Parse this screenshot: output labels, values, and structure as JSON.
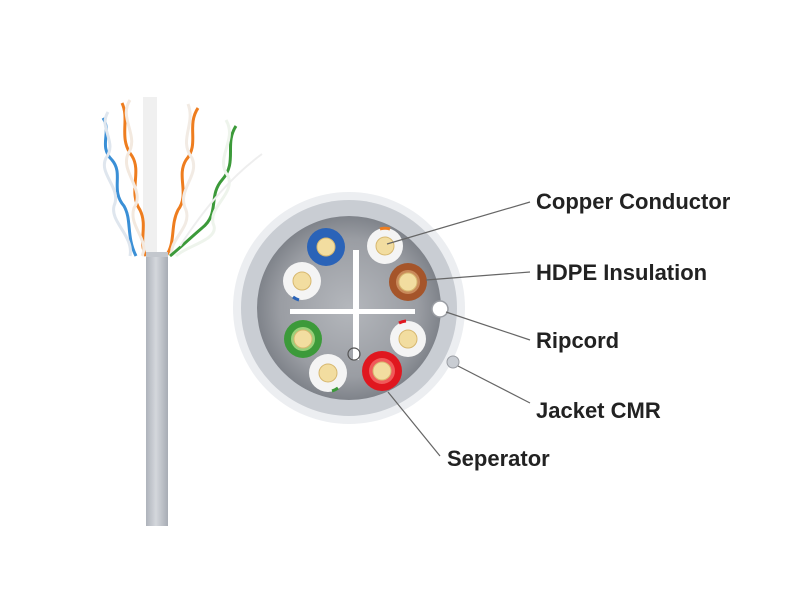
{
  "labels": {
    "copper_conductor": "Copper Conductor",
    "hdpe_insulation": "HDPE Insulation",
    "ripcord": "Ripcord",
    "jacket_cmr": "Jacket CMR",
    "seperator": "Seperator"
  },
  "colors": {
    "jacket": "#c9cdd3",
    "jacket_rim": "#eceef1",
    "core": "#8d9097",
    "separator": "#ffffff",
    "copper": "#f2dda0",
    "blue": "#2a63b8",
    "white": "#f4f4f4",
    "brown": "#a5552a",
    "green": "#3c9a3a",
    "red": "#e0171f",
    "orange": "#ee7d1f",
    "leader": "#666666"
  },
  "icons": {
    "cable": "cable-side-view",
    "cross_section": "cable-cross-section"
  }
}
